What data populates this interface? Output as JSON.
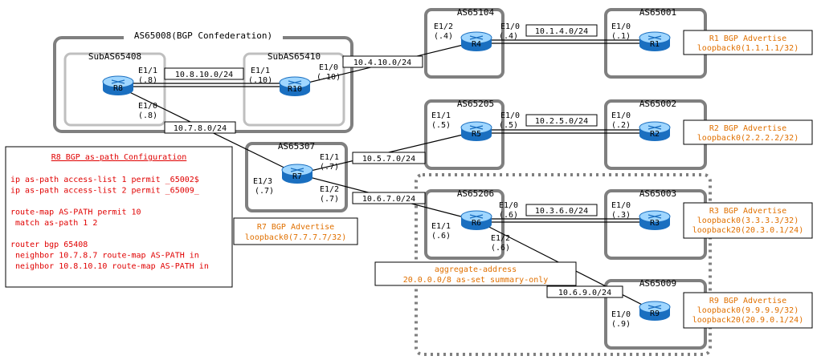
{
  "diagram": {
    "confederation": {
      "title": "AS65008(BGP Confederation)"
    },
    "sub_as": [
      {
        "id": "sub8",
        "label": "SubAS65408"
      },
      {
        "id": "sub10",
        "label": "SubAS65410"
      }
    ],
    "as_boxes": [
      {
        "id": "as65104",
        "label": "AS65104"
      },
      {
        "id": "as65001",
        "label": "AS65001"
      },
      {
        "id": "as65205",
        "label": "AS65205"
      },
      {
        "id": "as65002",
        "label": "AS65002"
      },
      {
        "id": "as65307",
        "label": "AS65307"
      },
      {
        "id": "as65206",
        "label": "AS65206"
      },
      {
        "id": "as65003",
        "label": "AS65003"
      },
      {
        "id": "as65009",
        "label": "AS65009"
      }
    ],
    "routers": [
      {
        "id": "R8",
        "label": "R8"
      },
      {
        "id": "R10",
        "label": "R10"
      },
      {
        "id": "R4",
        "label": "R4"
      },
      {
        "id": "R1",
        "label": "R1"
      },
      {
        "id": "R5",
        "label": "R5"
      },
      {
        "id": "R2",
        "label": "R2"
      },
      {
        "id": "R7",
        "label": "R7"
      },
      {
        "id": "R6",
        "label": "R6"
      },
      {
        "id": "R3",
        "label": "R3"
      },
      {
        "id": "R9",
        "label": "R9"
      }
    ],
    "subnets": [
      {
        "id": "n8_10",
        "label": "10.8.10.0/24"
      },
      {
        "id": "n4_10",
        "label": "10.4.10.0/24"
      },
      {
        "id": "n1_4",
        "label": "10.1.4.0/24"
      },
      {
        "id": "n7_8",
        "label": "10.7.8.0/24"
      },
      {
        "id": "n2_5",
        "label": "10.2.5.0/24"
      },
      {
        "id": "n5_7",
        "label": "10.5.7.0/24"
      },
      {
        "id": "n6_7",
        "label": "10.6.7.0/24"
      },
      {
        "id": "n3_6",
        "label": "10.3.6.0/24"
      },
      {
        "id": "n6_9",
        "label": "10.6.9.0/24"
      }
    ],
    "interfaces": [
      {
        "id": "r8_e11",
        "iface": "E1/1",
        "ip": "(.8)"
      },
      {
        "id": "r8_e10",
        "iface": "E1/0",
        "ip": "(.8)"
      },
      {
        "id": "r10_e11",
        "iface": "E1/1",
        "ip": "(.10)"
      },
      {
        "id": "r10_e10",
        "iface": "E1/0",
        "ip": "(.10)"
      },
      {
        "id": "r4_e12",
        "iface": "E1/2",
        "ip": "(.4)"
      },
      {
        "id": "r4_e10",
        "iface": "E1/0",
        "ip": "(.4)"
      },
      {
        "id": "r1_e10",
        "iface": "E1/0",
        "ip": "(.1)"
      },
      {
        "id": "r5_e11",
        "iface": "E1/1",
        "ip": "(.5)"
      },
      {
        "id": "r5_e10",
        "iface": "E1/0",
        "ip": "(.5)"
      },
      {
        "id": "r2_e10",
        "iface": "E1/0",
        "ip": "(.2)"
      },
      {
        "id": "r7_e11",
        "iface": "E1/1",
        "ip": "(.7)"
      },
      {
        "id": "r7_e13",
        "iface": "E1/3",
        "ip": "(.7)"
      },
      {
        "id": "r7_e12",
        "iface": "E1/2",
        "ip": "(.7)"
      },
      {
        "id": "r6_e10",
        "iface": "E1/0",
        "ip": "(.6)"
      },
      {
        "id": "r6_e11",
        "iface": "E1/1",
        "ip": "(.6)"
      },
      {
        "id": "r6_e12",
        "iface": "E1/2",
        "ip": "(.6)"
      },
      {
        "id": "r3_e10",
        "iface": "E1/0",
        "ip": "(.3)"
      },
      {
        "id": "r9_e10",
        "iface": "E1/0",
        "ip": "(.9)"
      }
    ],
    "advertise_boxes": [
      {
        "id": "adv_r1",
        "lines": [
          "R1 BGP Advertise",
          "loopback0(1.1.1.1/32)"
        ]
      },
      {
        "id": "adv_r2",
        "lines": [
          "R2 BGP Advertise",
          "loopback0(2.2.2.2/32)"
        ]
      },
      {
        "id": "adv_r3",
        "lines": [
          "R3 BGP Advertise",
          "loopback0(3.3.3.3/32)",
          "loopback20(20.3.0.1/24)"
        ]
      },
      {
        "id": "adv_r9",
        "lines": [
          "R9 BGP Advertise",
          "loopback0(9.9.9.9/32)",
          "loopback20(20.9.0.1/24)"
        ]
      },
      {
        "id": "adv_r7",
        "lines": [
          "R7 BGP Advertise",
          "loopback0(7.7.7.7/32)"
        ]
      }
    ],
    "aggregate": {
      "lines": [
        "aggregate-address",
        "20.0.0.0/8 as-set summary-only"
      ]
    },
    "config": {
      "title": "R8 BGP as-path Configuration",
      "lines": [
        "ip as-path access-list 1 permit _65002$",
        "ip as-path access-list 2 permit _65009_",
        "",
        "route-map AS-PATH permit 10",
        " match as-path 1 2",
        "",
        "router bgp 65408",
        " neighbor 10.7.8.7 route-map AS-PATH in",
        " neighbor 10.8.10.10 route-map AS-PATH in"
      ]
    },
    "colors": {
      "box_border": "#7f7f7f",
      "sub_border": "#bfbfbf",
      "orange": "#e07000",
      "red": "#e00000",
      "router_top": "#9fd6ff",
      "router_body": "#1a6fc0"
    }
  }
}
